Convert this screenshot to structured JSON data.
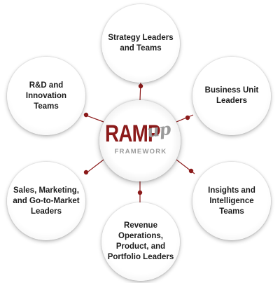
{
  "colors": {
    "accent": "#8b1a1a",
    "logo_gray": "#9a9a9a",
    "text": "#1d1d1d",
    "connector": "#8b1a1a"
  },
  "hub": {
    "logo_main": "RAMP",
    "logo_script": "up",
    "logo_sub": "FRAMEWORK"
  },
  "nodes": {
    "strategy": "Strategy Leaders and Teams",
    "business": "Business Unit Leaders",
    "insights": "Insights and Intelligence Teams",
    "revenue": "Revenue Operations, Product, and Portfolio Leaders",
    "sales": "Sales, Marketing, and Go-to-Market Leaders",
    "rnd": "R&D and Innovation Teams"
  }
}
